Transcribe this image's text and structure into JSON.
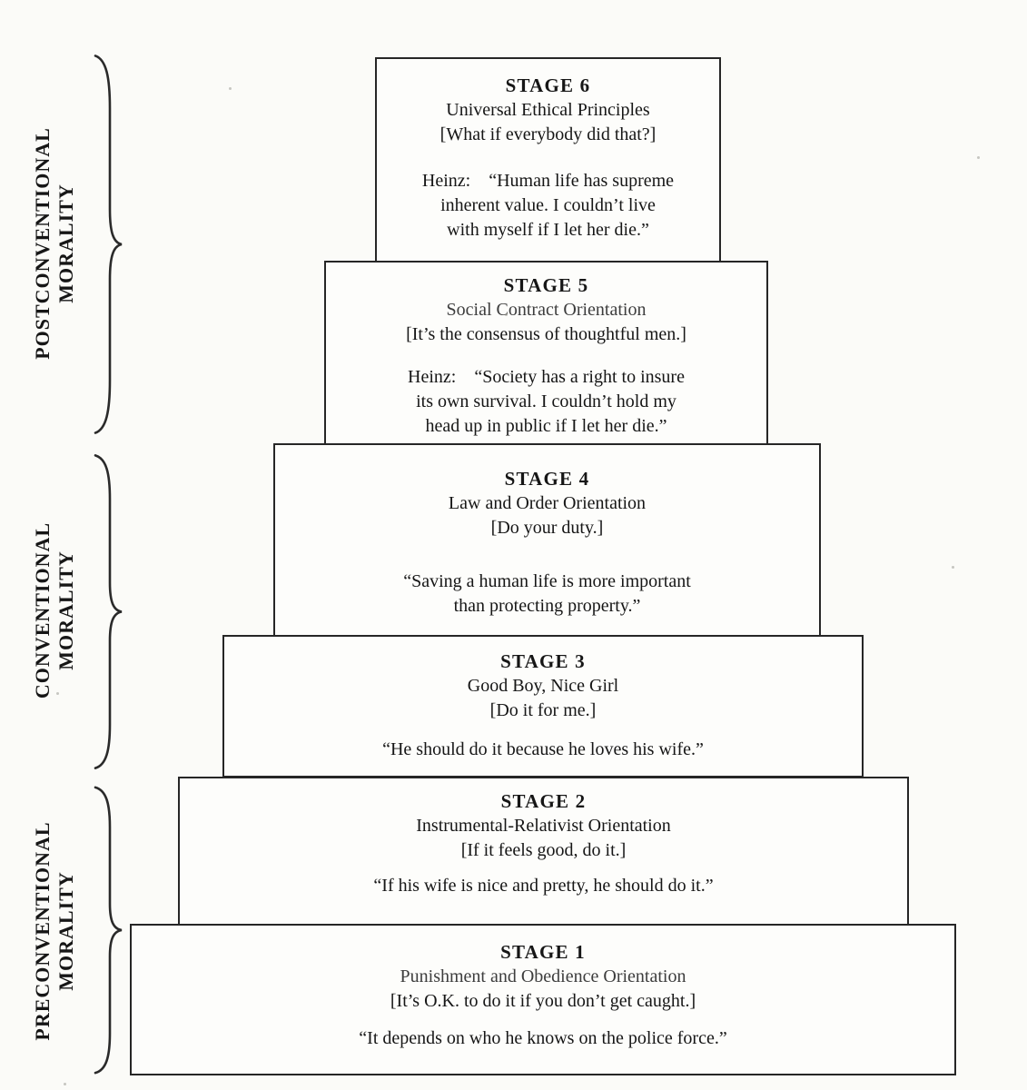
{
  "colors": {
    "ink": "#262626",
    "background": "#fbfbf8"
  },
  "levels": [
    {
      "label": "POSTCONVENTIONAL\nMORALITY"
    },
    {
      "label": "CONVENTIONAL\nMORALITY"
    },
    {
      "label": "PRECONVENTIONAL\nMORALITY"
    }
  ],
  "stages": [
    {
      "title": "STAGE 6",
      "name": "Universal Ethical Principles",
      "slogan": "[What if everybody did that?]",
      "quote": "Heinz: “Human life has supreme\ninherent value.  I couldn’t live\nwith myself if I let her die.”"
    },
    {
      "title": "STAGE 5",
      "name": "Social Contract Orientation",
      "slogan": "[It’s the consensus of thoughtful men.]",
      "quote": "Heinz: “Society has a right to insure\nits own survival.  I couldn’t hold my\nhead up in public if I let her die.”"
    },
    {
      "title": "STAGE 4",
      "name": "Law and Order Orientation",
      "slogan": "[Do your duty.]",
      "quote": "“Saving a human life is more important\nthan protecting property.”"
    },
    {
      "title": "STAGE 3",
      "name": "Good Boy, Nice Girl",
      "slogan": "[Do it for me.]",
      "quote": "“He should do it because he loves his wife.”"
    },
    {
      "title": "STAGE 2",
      "name": "Instrumental-Relativist Orientation",
      "slogan": "[If it feels good, do it.]",
      "quote": "“If his wife is nice and pretty, he should do it.”"
    },
    {
      "title": "STAGE 1",
      "name": "Punishment and Obedience Orientation",
      "slogan": "[It’s O.K. to do it if you don’t get caught.]",
      "quote": "“It depends on who he knows on the police force.”"
    }
  ]
}
